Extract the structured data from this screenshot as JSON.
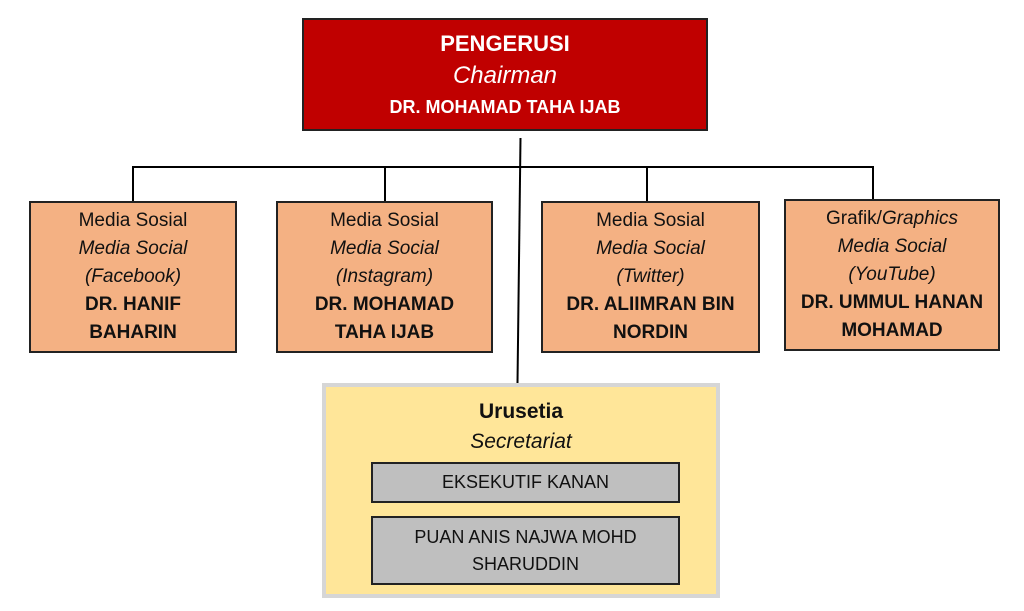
{
  "chairman": {
    "title": "PENGERUSI",
    "subtitle": "Chairman",
    "name": "DR. MOHAMAD TAHA IJAB"
  },
  "units": [
    {
      "l1": "Media Sosial",
      "l2": "Media Social",
      "l3": "(Facebook)",
      "name": "DR. HANIF BAHARIN"
    },
    {
      "l1": "Media Sosial",
      "l2": "Media Social",
      "l3": "(Instagram)",
      "name": "DR. MOHAMAD TAHA IJAB"
    },
    {
      "l1": "Media Sosial",
      "l2": "Media Social",
      "l3": "(Twitter)",
      "name": "DR. ALIIMRAN BIN NORDIN"
    },
    {
      "l1a": "Grafik/",
      "l1b": "Graphics",
      "l2": "Media Social",
      "l3": "(YouTube)",
      "name": "DR. UMMUL HANAN MOHAMAD"
    }
  ],
  "secretariat": {
    "title": "Urusetia",
    "subtitle": "Secretariat",
    "role": "EKSEKUTIF KANAN",
    "name": "PUAN ANIS NAJWA MOHD SHARUDDIN"
  },
  "colors": {
    "chair": "#c00000",
    "unit": "#f4b183",
    "secretariat": "#ffe699",
    "grey": "#bfbfbf"
  }
}
